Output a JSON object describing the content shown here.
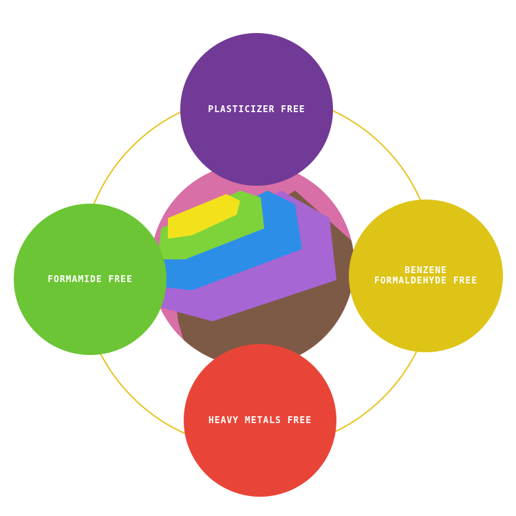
{
  "colors": {
    "ring": "#e8c21f",
    "top": "#713a96",
    "left": "#6cc534",
    "right": "#ddc417",
    "bottom": "#e84538",
    "center": "#d86fa7"
  },
  "features": {
    "top": "PLASTICIZER FREE",
    "left": "FORMAMIDE FREE",
    "right_line1": "BENZENE",
    "right_line2": "FORMALDEHYDE FREE",
    "bottom": "HEAVY METALS FREE"
  },
  "center_image": {
    "icon": "foam-puzzle-mats-image",
    "mat_colors": [
      "#f3e21b",
      "#7ed33a",
      "#2d8ee8",
      "#a865d4",
      "#7d5a45"
    ]
  }
}
